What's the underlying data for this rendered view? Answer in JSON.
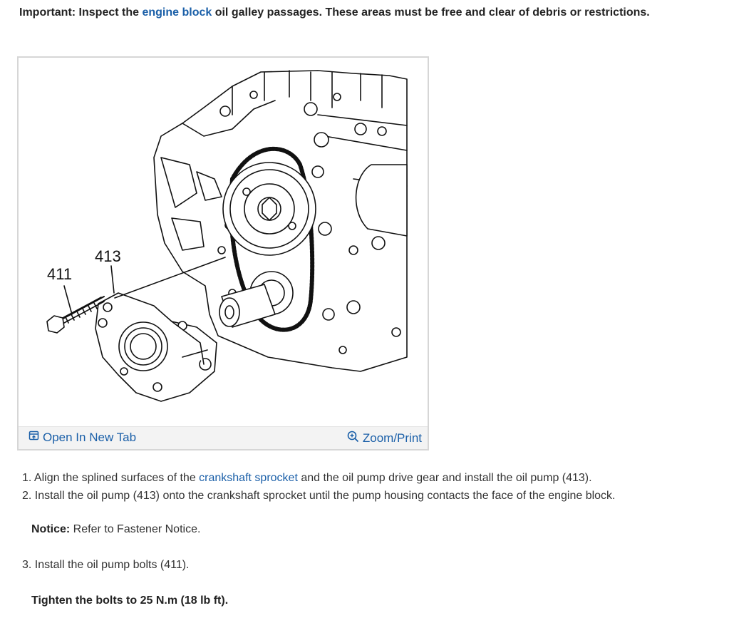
{
  "important": {
    "label": "Important:",
    "text_before": " Inspect the ",
    "link": "engine block",
    "text_after": " oil galley passages. These areas must be free and clear of debris or restrictions."
  },
  "figure": {
    "callouts": [
      "413",
      "411"
    ],
    "open_tab_label": "Open In New Tab",
    "zoom_label": "Zoom/Print"
  },
  "steps": [
    {
      "num": "1.",
      "text_before": " Align the splined surfaces of the ",
      "link": "crankshaft sprocket",
      "text_after": " and the oil pump drive gear and install the oil pump (413)."
    },
    {
      "num": "2.",
      "text": " Install the oil pump (413) onto the crankshaft sprocket until the pump housing contacts the face of the engine block."
    }
  ],
  "notice": {
    "label": "Notice:",
    "text": " Refer to Fastener Notice."
  },
  "step3": {
    "num": "3.",
    "text": " Install the oil pump bolts (411)."
  },
  "torque": "Tighten the bolts to 25 N.m (18 lb ft).",
  "colors": {
    "link": "#1a5fa8",
    "frame_border": "#d6d6d6",
    "bar_bg": "#f3f3f3"
  },
  "icons": {
    "open_tab": "open-new-tab-icon",
    "zoom": "zoom-in-icon"
  }
}
